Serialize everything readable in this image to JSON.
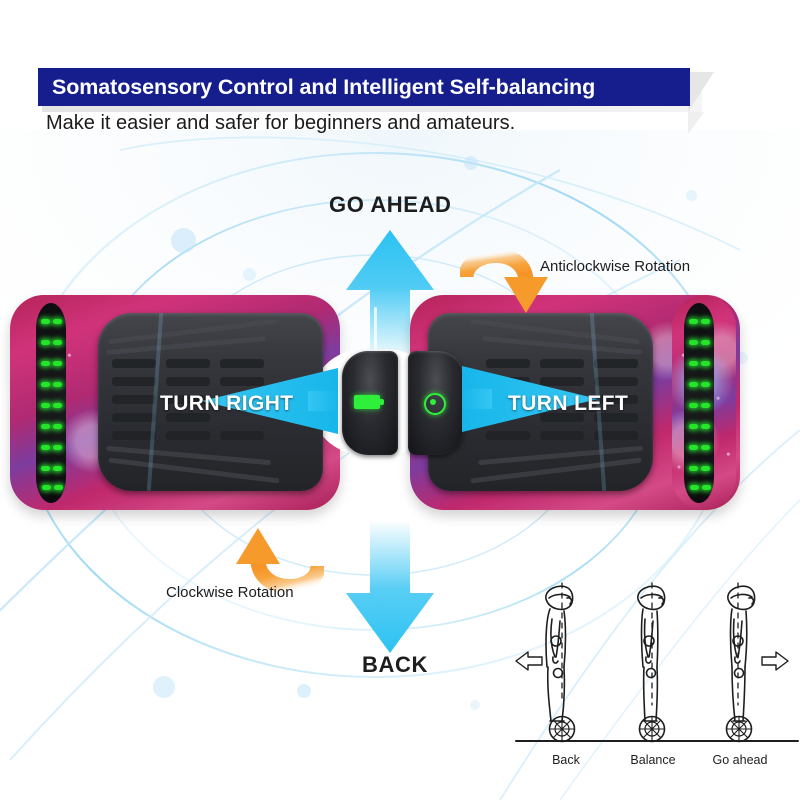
{
  "header": {
    "title": "Somatosensory Control and Intelligent Self-balancing",
    "subtitle": "Make it easier and safer for beginners and amateurs.",
    "band_color": "#151e8c",
    "title_color": "#ffffff",
    "subtitle_color": "#1b1b1b"
  },
  "colors": {
    "arrow_cyan": "#33c3ef",
    "arrow_cyan_deep": "#19b6ec",
    "rotation_orange": "#f6a43c",
    "rotation_orange_deep": "#f6931e",
    "led_green": "#25e52a",
    "board_pink": "#c22c70",
    "pad_dark": "#2b2d32",
    "decor_blue": "#bfe4f7"
  },
  "diagram": {
    "labels": {
      "go_ahead": "GO AHEAD",
      "back": "BACK",
      "turn_right": "TURN RIGHT",
      "turn_left": "TURN LEFT",
      "anticlockwise": "Anticlockwise Rotation",
      "clockwise": "Clockwise Rotation"
    },
    "icons": {
      "battery": "battery-icon",
      "power": "power-icon"
    }
  },
  "riders": {
    "items": [
      {
        "label": "Back",
        "lean": "backward",
        "arrow": "left"
      },
      {
        "label": "Balance",
        "lean": "upright",
        "arrow": "none"
      },
      {
        "label": "Go ahead",
        "lean": "forward",
        "arrow": "right"
      }
    ]
  },
  "chart_data": {
    "type": "table",
    "title": "Somatosensory Control and Intelligent Self-balancing",
    "categories": [
      "GO AHEAD",
      "BACK",
      "TURN RIGHT",
      "TURN LEFT",
      "Anticlockwise Rotation",
      "Clockwise Rotation"
    ],
    "annotations": [
      "Back",
      "Balance",
      "Go ahead"
    ]
  }
}
